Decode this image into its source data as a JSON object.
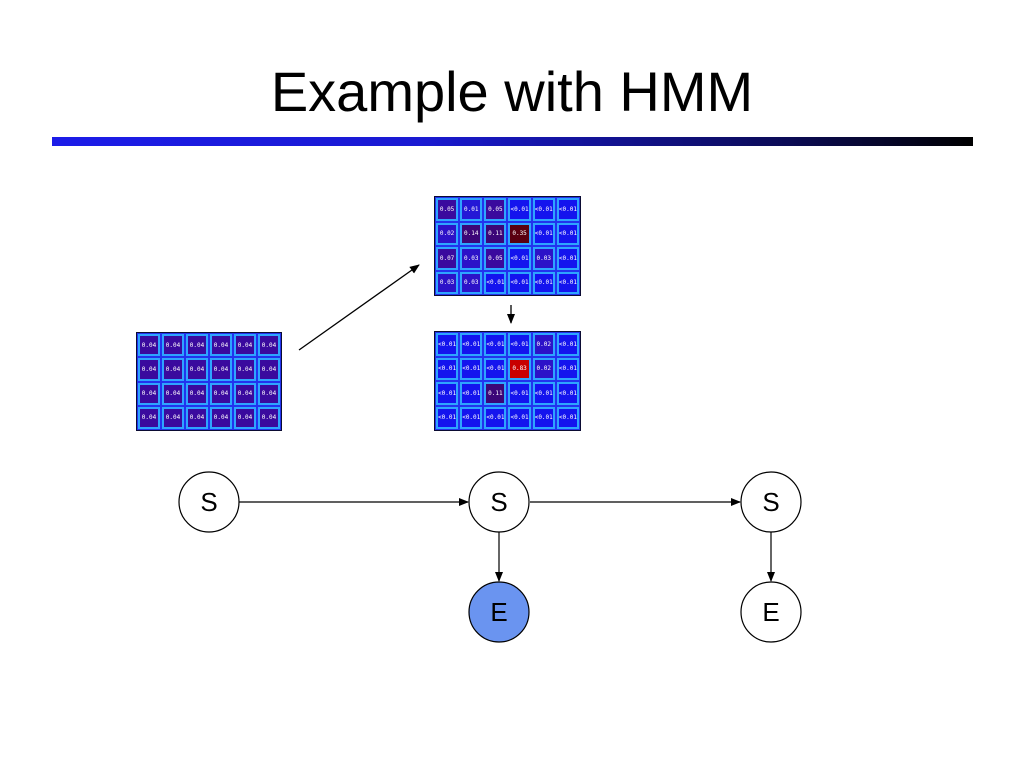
{
  "title": "Example with HMM",
  "colors": {
    "rule_start": "#1c1ce8",
    "rule_end": "#000000",
    "grid_bg": "#2233ee",
    "cell_border": "#2ea4ff",
    "observed_node": "#6a94f0"
  },
  "grids": {
    "prior": {
      "rows": [
        [
          "0.04",
          "0.04",
          "0.04",
          "0.04",
          "0.04",
          "0.04"
        ],
        [
          "0.04",
          "0.04",
          "0.04",
          "0.04",
          "0.04",
          "0.04"
        ],
        [
          "0.04",
          "0.04",
          "0.04",
          "0.04",
          "0.04",
          "0.04"
        ],
        [
          "0.04",
          "0.04",
          "0.04",
          "0.04",
          "0.04",
          "0.04"
        ]
      ]
    },
    "predicted": {
      "rows": [
        [
          "0.05",
          "0.01",
          "0.05",
          "<0.01",
          "<0.01",
          "<0.01"
        ],
        [
          "0.02",
          "0.14",
          "0.11",
          "0.35",
          "<0.01",
          "<0.01"
        ],
        [
          "0.07",
          "0.03",
          "0.05",
          "<0.01",
          "0.03",
          "<0.01"
        ],
        [
          "0.03",
          "0.03",
          "<0.01",
          "<0.01",
          "<0.01",
          "<0.01"
        ]
      ]
    },
    "updated": {
      "rows": [
        [
          "<0.01",
          "<0.01",
          "<0.01",
          "<0.01",
          "0.02",
          "<0.01"
        ],
        [
          "<0.01",
          "<0.01",
          "<0.01",
          "0.83",
          "0.02",
          "<0.01"
        ],
        [
          "<0.01",
          "<0.01",
          "0.11",
          "<0.01",
          "<0.01",
          "<0.01"
        ],
        [
          "<0.01",
          "<0.01",
          "<0.01",
          "<0.01",
          "<0.01",
          "<0.01"
        ]
      ]
    }
  },
  "nodes": [
    {
      "id": "s1",
      "label": "S",
      "observed": false
    },
    {
      "id": "s2",
      "label": "S",
      "observed": false
    },
    {
      "id": "s3",
      "label": "S",
      "observed": false
    },
    {
      "id": "e2",
      "label": "E",
      "observed": true
    },
    {
      "id": "e3",
      "label": "E",
      "observed": false
    }
  ]
}
